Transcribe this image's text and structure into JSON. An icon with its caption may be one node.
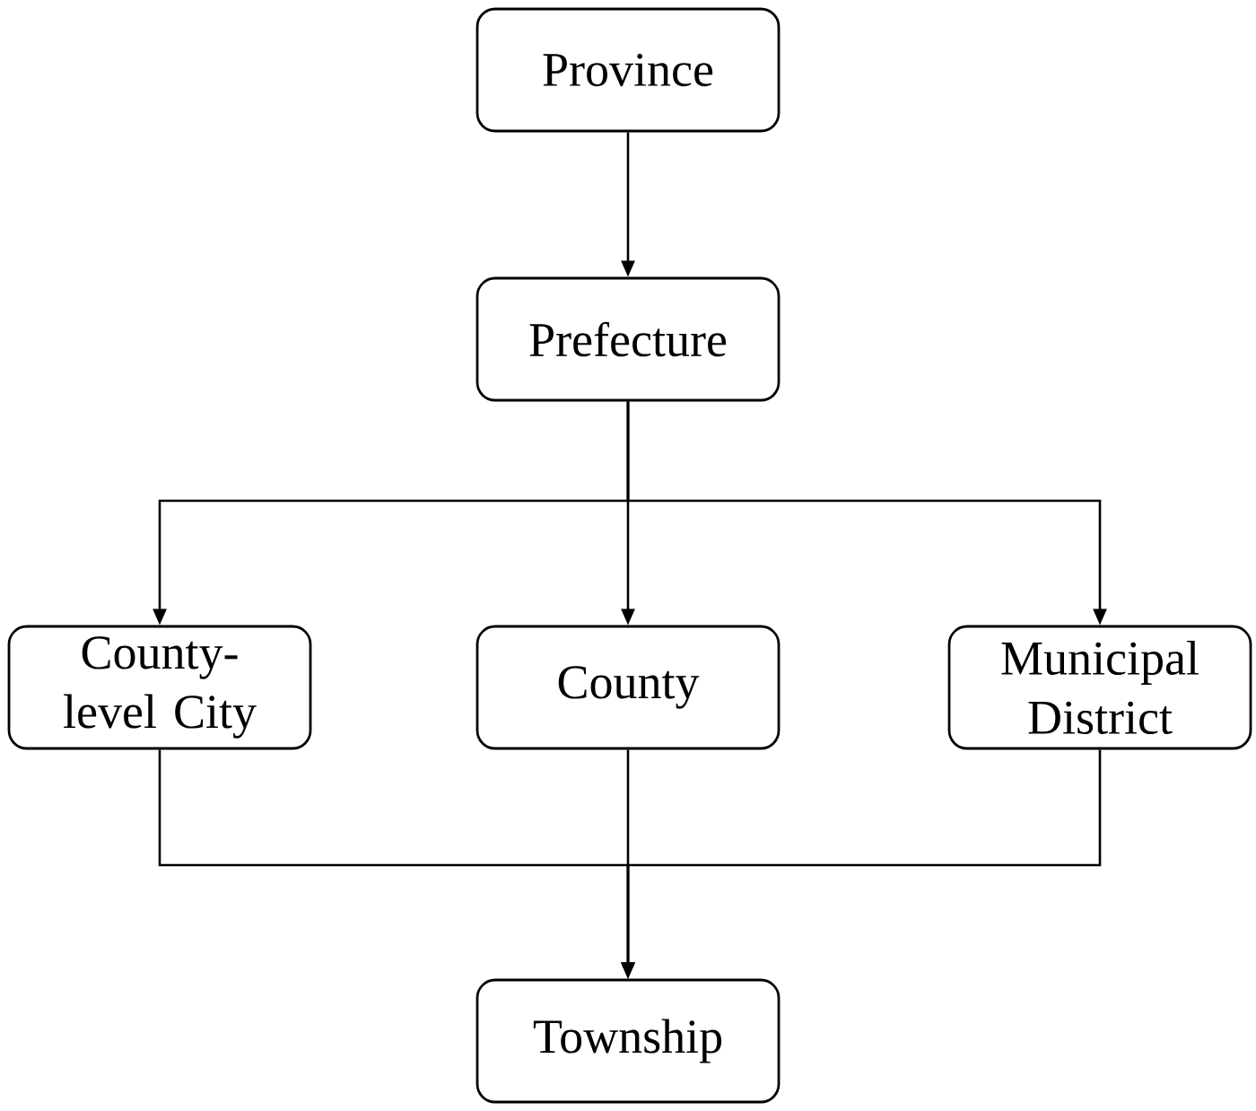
{
  "diagram": {
    "nodes": [
      {
        "text": [
          "Province"
        ]
      },
      {
        "text": [
          "Prefecture"
        ]
      },
      {
        "text": [
          "County-level City"
        ]
      },
      {
        "text": [
          "County"
        ]
      },
      {
        "text": [
          "Municipal District"
        ]
      },
      {
        "text": [
          "Township"
        ]
      }
    ],
    "edges": [
      {
        "from": 0,
        "to": 1,
        "arrow": "to"
      },
      {
        "from": 1,
        "to": 2,
        "arrow": "to"
      },
      {
        "from": 1,
        "to": 3,
        "arrow": "to"
      },
      {
        "from": 1,
        "to": 4,
        "arrow": "to"
      },
      {
        "from": 2,
        "to": 5,
        "arrow": "to"
      },
      {
        "from": 3,
        "to": 5,
        "arrow": "to"
      },
      {
        "from": 4,
        "to": 5,
        "arrow": "to"
      }
    ]
  }
}
